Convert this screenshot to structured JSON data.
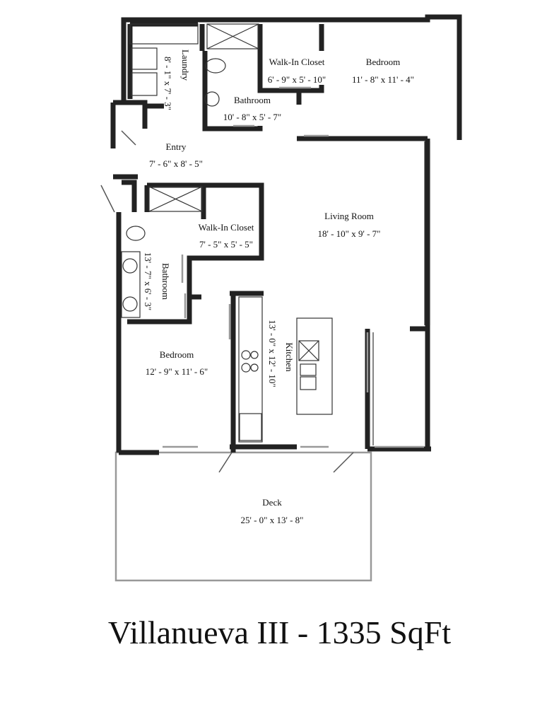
{
  "title": "Villanueva III - 1335 SqFt",
  "rooms": {
    "laundry": {
      "name": "Laundry",
      "size": "8' - 1\" x 7' - 3\""
    },
    "bathroom_top": {
      "name": "Bathroom",
      "size": "10' - 8\" x 5' - 7\""
    },
    "closet_top": {
      "name": "Walk-In Closet",
      "size": "6' - 9\" x 5' - 10\""
    },
    "bedroom_top": {
      "name": "Bedroom",
      "size": "11' - 8\" x 11' - 4\""
    },
    "entry": {
      "name": "Entry",
      "size": "7' - 6\" x 8' - 5\""
    },
    "living": {
      "name": "Living Room",
      "size": "18' - 10\" x 9' - 7\""
    },
    "closet_left": {
      "name": "Walk-In Closet",
      "size": "7' - 5\" x 5' - 5\""
    },
    "bathroom_left": {
      "name": "Bathroom",
      "size": "13' - 7\" x 6' - 3\""
    },
    "bedroom_left": {
      "name": "Bedroom",
      "size": "12' - 9\" x 11' - 6\""
    },
    "kitchen": {
      "name": "Kitchen",
      "size": "13' - 0\" x 12' - 10\""
    },
    "deck": {
      "name": "Deck",
      "size": "25' - 0\" x 13' - 8\""
    }
  }
}
